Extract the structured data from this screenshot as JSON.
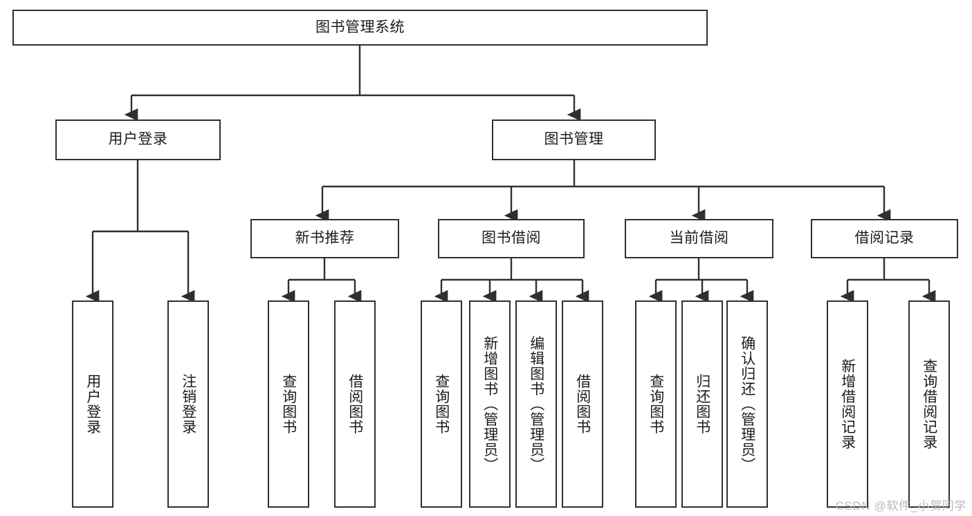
{
  "diagram": {
    "type": "tree-hierarchy",
    "title": "图书管理系统",
    "watermark": "CSDN @软件_小贺同学",
    "colors": {
      "box_border": "#2f2f2f",
      "box_fill": "#ffffff",
      "connector": "#2f2f2f",
      "text": "#1c1c1c",
      "watermark": "#b9b9b9"
    },
    "levels": {
      "root": {
        "label": "图书管理系统"
      },
      "level2": [
        {
          "label": "用户登录"
        },
        {
          "label": "图书管理"
        }
      ],
      "level3": [
        {
          "label": "新书推荐"
        },
        {
          "label": "图书借阅"
        },
        {
          "label": "当前借阅"
        },
        {
          "label": "借阅记录"
        }
      ],
      "leaves": [
        {
          "label": "用户登录",
          "parent": "用户登录"
        },
        {
          "label": "注销登录",
          "parent": "用户登录"
        },
        {
          "label": "查询图书",
          "parent": "新书推荐"
        },
        {
          "label": "借阅图书",
          "parent": "新书推荐"
        },
        {
          "label": "查询图书",
          "parent": "图书借阅"
        },
        {
          "label": "新增图书（管理员）",
          "parent": "图书借阅"
        },
        {
          "label": "编辑图书（管理员）",
          "parent": "图书借阅"
        },
        {
          "label": "借阅图书",
          "parent": "图书借阅"
        },
        {
          "label": "查询图书",
          "parent": "当前借阅"
        },
        {
          "label": "归还图书",
          "parent": "当前借阅"
        },
        {
          "label": "确认归还（管理员）",
          "parent": "当前借阅"
        },
        {
          "label": "新增借阅记录",
          "parent": "借阅记录"
        },
        {
          "label": "查询借阅记录",
          "parent": "借阅记录"
        }
      ]
    }
  }
}
